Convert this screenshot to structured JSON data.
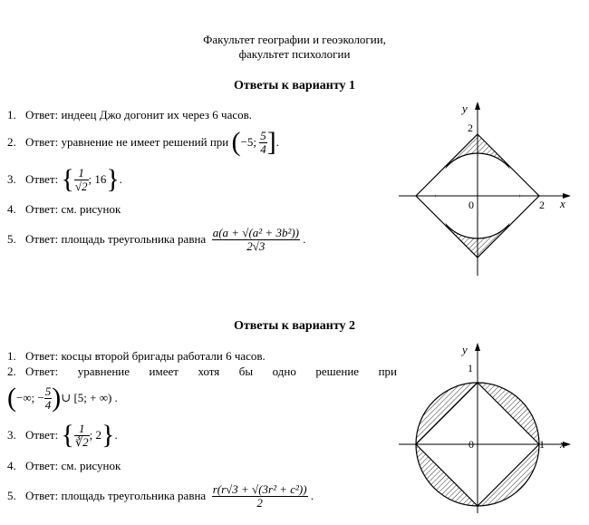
{
  "header": {
    "line1": "Факультет географии и геоэкологии,",
    "line2": "факультет психологии"
  },
  "variant1": {
    "title": "Ответы к варианту 1",
    "answers": [
      {
        "num": "1.",
        "text": "Ответ: индеец Джо догонит их через 6 часов."
      },
      {
        "num": "2.",
        "text": "Ответ: уравнение не имеет решений при",
        "math": {
          "left": "−5;",
          "num": "5",
          "den": "4"
        }
      },
      {
        "num": "3.",
        "text": "Ответ:",
        "math": {
          "num": "1",
          "den": "√2",
          "tail": "; 16"
        }
      },
      {
        "num": "4.",
        "text": "Ответ: см. рисунок"
      },
      {
        "num": "5.",
        "text": "Ответ: площадь треугольника равна",
        "math": {
          "num": "a(a + √(a² + 3b²))",
          "den": "2√3"
        }
      }
    ],
    "figure": {
      "y_label": "y",
      "x_label": "x",
      "origin": "0",
      "x_tick": "2",
      "y_tick": "2"
    }
  },
  "variant2": {
    "title": "Ответы к варианту 2",
    "answers": [
      {
        "num": "1.",
        "text": "Ответ: косцы второй бригады работали 6 часов."
      },
      {
        "num": "2.",
        "words": [
          "Ответ:",
          "уравнение",
          "имеет",
          "хотя",
          "бы",
          "одно",
          "решение",
          "при"
        ],
        "math": {
          "left": "−∞; −",
          "num": "5",
          "den": "4",
          "tail": "∪ [5; + ∞) ."
        }
      },
      {
        "num": "3.",
        "text": "Ответ:",
        "math": {
          "num": "1",
          "den": "∛2",
          "tail": "; 2"
        }
      },
      {
        "num": "4.",
        "text": "Ответ: см. рисунок"
      },
      {
        "num": "5.",
        "text": "Ответ: площадь треугольника равна",
        "math": {
          "num": "r(r√3 + √(3r² + c²))",
          "den": "2"
        }
      }
    ],
    "figure": {
      "y_label": "y",
      "x_label": "x",
      "origin": "0",
      "x_tick": "1",
      "y_tick": "1"
    }
  }
}
